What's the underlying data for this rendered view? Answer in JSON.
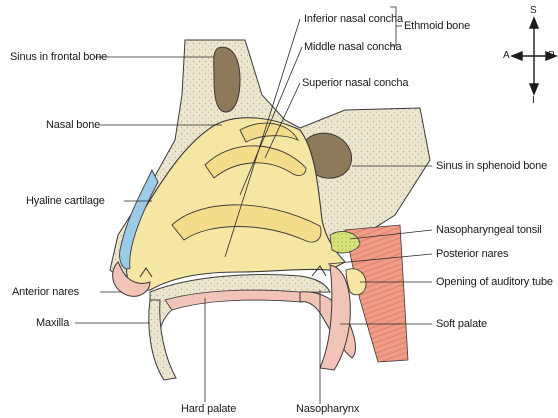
{
  "diagram": {
    "labels": {
      "sinus_frontal": "Sinus in frontal bone",
      "nasal_bone": "Nasal bone",
      "hyaline_cartilage": "Hyaline cartilage",
      "anterior_nares": "Anterior nares",
      "maxilla": "Maxilla",
      "hard_palate": "Hard palate",
      "nasopharynx": "Nasopharynx",
      "inferior_concha": "Inferior nasal concha",
      "middle_concha": "Middle nasal concha",
      "ethmoid_bone": "Ethmoid bone",
      "superior_concha": "Superior nasal concha",
      "sinus_sphenoid": "Sinus in sphenoid bone",
      "nasopharyngeal_tonsil": "Nasopharyngeal tonsil",
      "posterior_nares": "Posterior nares",
      "auditory_tube": "Opening of auditory tube",
      "soft_palate": "Soft palate"
    },
    "compass": {
      "superior": "S",
      "inferior": "I",
      "anterior": "A",
      "posterior": "P"
    },
    "colors": {
      "bone": "#ece6cf",
      "bone_dots": "#b7b09a",
      "nasal_cavity": "#f6e6a4",
      "concha": "#f3dd8a",
      "mucosa": "#f2c3b7",
      "cartilage": "#9ccbe8",
      "sinus": "#8c7a5a",
      "muscle": "#e88470",
      "tonsil": "#d6e07a",
      "outline": "#3a3a3a"
    }
  }
}
